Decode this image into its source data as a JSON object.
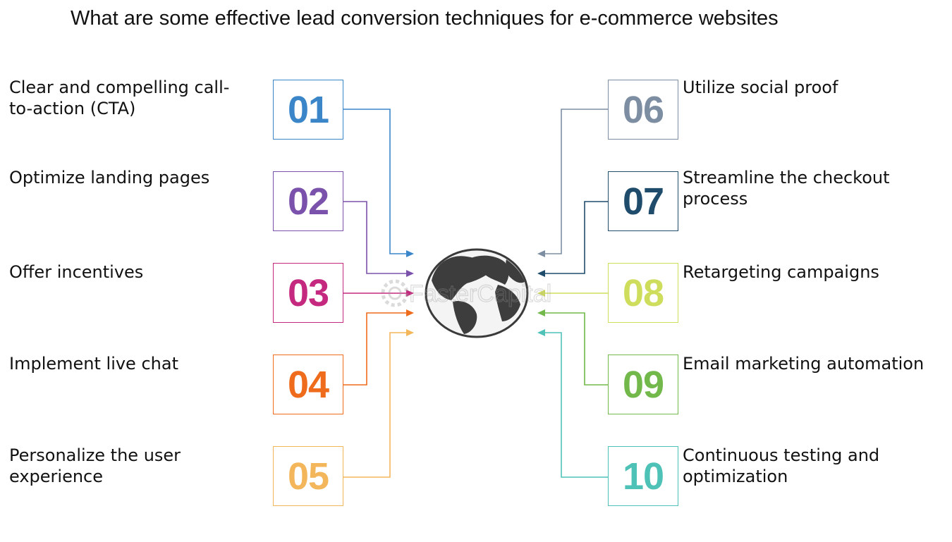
{
  "title": "What are some effective lead conversion techniques for e-commerce websites",
  "watermark": "FasterCapital",
  "items": [
    {
      "number": "01",
      "label": "Clear and compelling call-to-action (CTA)",
      "color": "#3a86c8"
    },
    {
      "number": "02",
      "label": "Optimize landing pages",
      "color": "#7b52ab"
    },
    {
      "number": "03",
      "label": "Offer incentives",
      "color": "#c5287f"
    },
    {
      "number": "04",
      "label": "Implement live chat",
      "color": "#ee6c1b"
    },
    {
      "number": "05",
      "label": "Personalize the user experience",
      "color": "#f4b65b"
    },
    {
      "number": "06",
      "label": "Utilize social proof",
      "color": "#7d8ea3"
    },
    {
      "number": "07",
      "label": "Streamline the checkout process",
      "color": "#1f4c6b"
    },
    {
      "number": "08",
      "label": "Retargeting campaigns",
      "color": "#cfdd5d"
    },
    {
      "number": "09",
      "label": "Email marketing automation",
      "color": "#72b84a"
    },
    {
      "number": "10",
      "label": "Continuous testing and optimization",
      "color": "#4fc2b8"
    }
  ],
  "icons": {
    "center": "globe-icon",
    "watermark": "gear-logo-icon"
  }
}
